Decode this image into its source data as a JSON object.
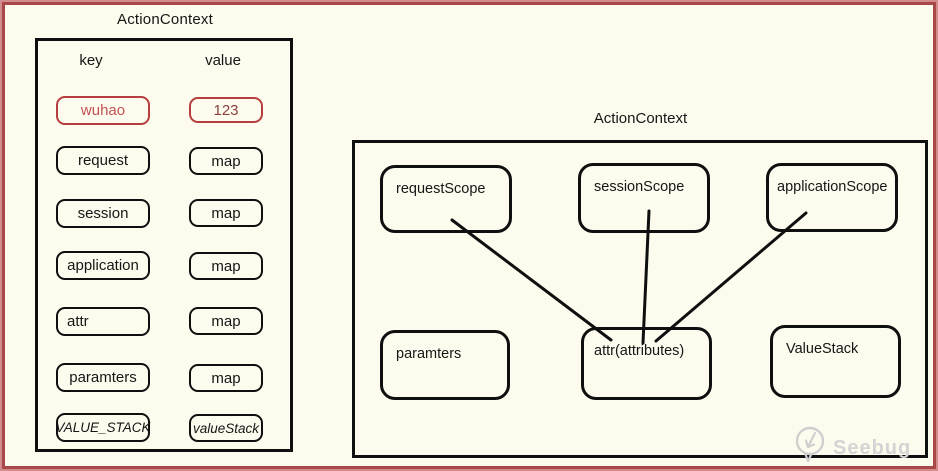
{
  "colors": {
    "background": "#fdfbee",
    "frame_outer_border": "#d28c8c",
    "frame_inner_border": "#a84848",
    "diagram_line": "#0f0f0f",
    "highlight_border": "#b73e3e",
    "highlight_key_text": "#c05252",
    "highlight_value_text": "#8a4040",
    "watermark": "#d4d4d4"
  },
  "left_panel": {
    "title": "ActionContext",
    "key_header": "key",
    "value_header": "value",
    "rows": [
      {
        "key": "wuhao",
        "value": "123",
        "highlighted": true,
        "italic": false
      },
      {
        "key": "request",
        "value": "map",
        "highlighted": false,
        "italic": false
      },
      {
        "key": "session",
        "value": "map",
        "highlighted": false,
        "italic": false
      },
      {
        "key": "application",
        "value": "map",
        "highlighted": false,
        "italic": false
      },
      {
        "key": "attr",
        "value": "map",
        "highlighted": false,
        "italic": false
      },
      {
        "key": "paramters",
        "value": "map",
        "highlighted": false,
        "italic": false
      },
      {
        "key": "VALUE_STACK",
        "value": "valueStack",
        "highlighted": false,
        "italic": true
      }
    ]
  },
  "right_panel": {
    "title": "ActionContext",
    "nodes": [
      {
        "label": "requestScope"
      },
      {
        "label": "sessionScope"
      },
      {
        "label": "applicationScope"
      },
      {
        "label": "paramters"
      },
      {
        "label": "attr(attributes)"
      },
      {
        "label": "ValueStack"
      }
    ],
    "edges": [
      {
        "from": "requestScope",
        "to": "attr(attributes)"
      },
      {
        "from": "sessionScope",
        "to": "attr(attributes)"
      },
      {
        "from": "applicationScope",
        "to": "attr(attributes)"
      }
    ]
  },
  "watermark": {
    "text": "Seebug"
  }
}
